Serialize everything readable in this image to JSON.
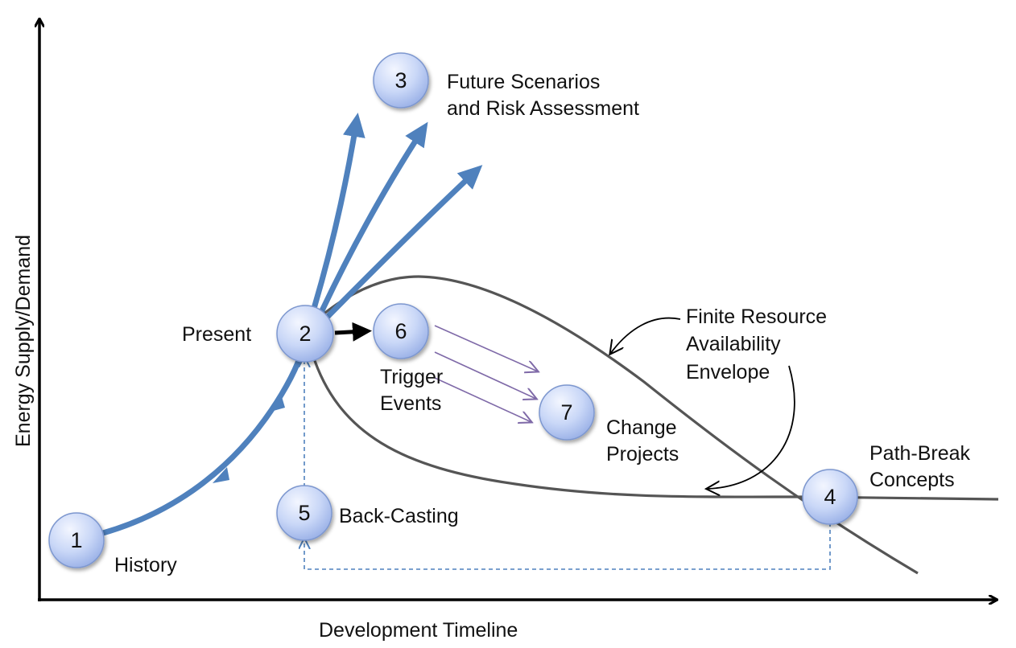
{
  "axes": {
    "x_label": "Development Timeline",
    "y_label": "Energy Supply/Demand"
  },
  "nodes": [
    {
      "id": "1",
      "label": "History"
    },
    {
      "id": "2",
      "label": "Present"
    },
    {
      "id": "3",
      "label_lines": [
        "Future Scenarios",
        "and Risk Assessment"
      ]
    },
    {
      "id": "4",
      "label_lines": [
        "Path-Break",
        "Concepts"
      ]
    },
    {
      "id": "5",
      "label": "Back-Casting"
    },
    {
      "id": "6",
      "label_lines": [
        "Trigger",
        "Events"
      ]
    },
    {
      "id": "7",
      "label_lines": [
        "Change",
        "Projects"
      ]
    }
  ],
  "annotations": {
    "envelope_lines": [
      "Finite Resource",
      "Availability",
      "Envelope"
    ]
  },
  "colors": {
    "history_path": "#4f81bd",
    "node_fill_light": "#e8eefc",
    "node_fill_dark": "#a9bdf0",
    "node_stroke": "#7d97cf",
    "envelope": "#555555",
    "trigger_arrows": "#7f6aa8",
    "backcast_dashed": "#4f81bd"
  }
}
